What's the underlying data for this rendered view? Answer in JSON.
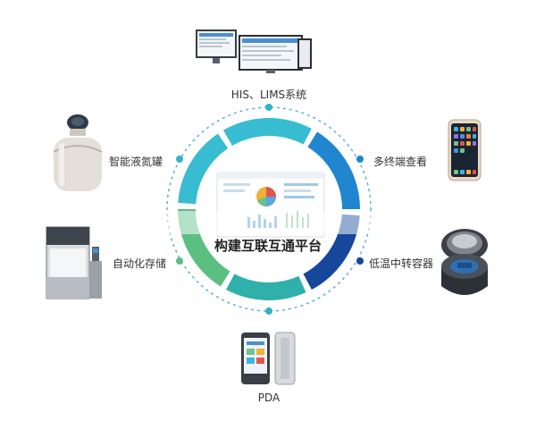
{
  "center": {
    "title": "构建互联互通平台"
  },
  "nodes": [
    {
      "id": "his",
      "label": "HIS、LIMS系统"
    },
    {
      "id": "ln2",
      "label": "智能液氮罐"
    },
    {
      "id": "storage",
      "label": "自动化存储"
    },
    {
      "id": "pda",
      "label": "PDA"
    },
    {
      "id": "multi",
      "label": "多终端查看"
    },
    {
      "id": "transfer",
      "label": "低温中转容器"
    }
  ],
  "colors": {
    "ring_cyan": "#38bcd1",
    "ring_blue": "#1f86cf",
    "ring_navy": "#16479b",
    "ring_green": "#5cbf82",
    "ring_teal": "#2fb0ab",
    "dot_accent": "#2fb4c8"
  }
}
